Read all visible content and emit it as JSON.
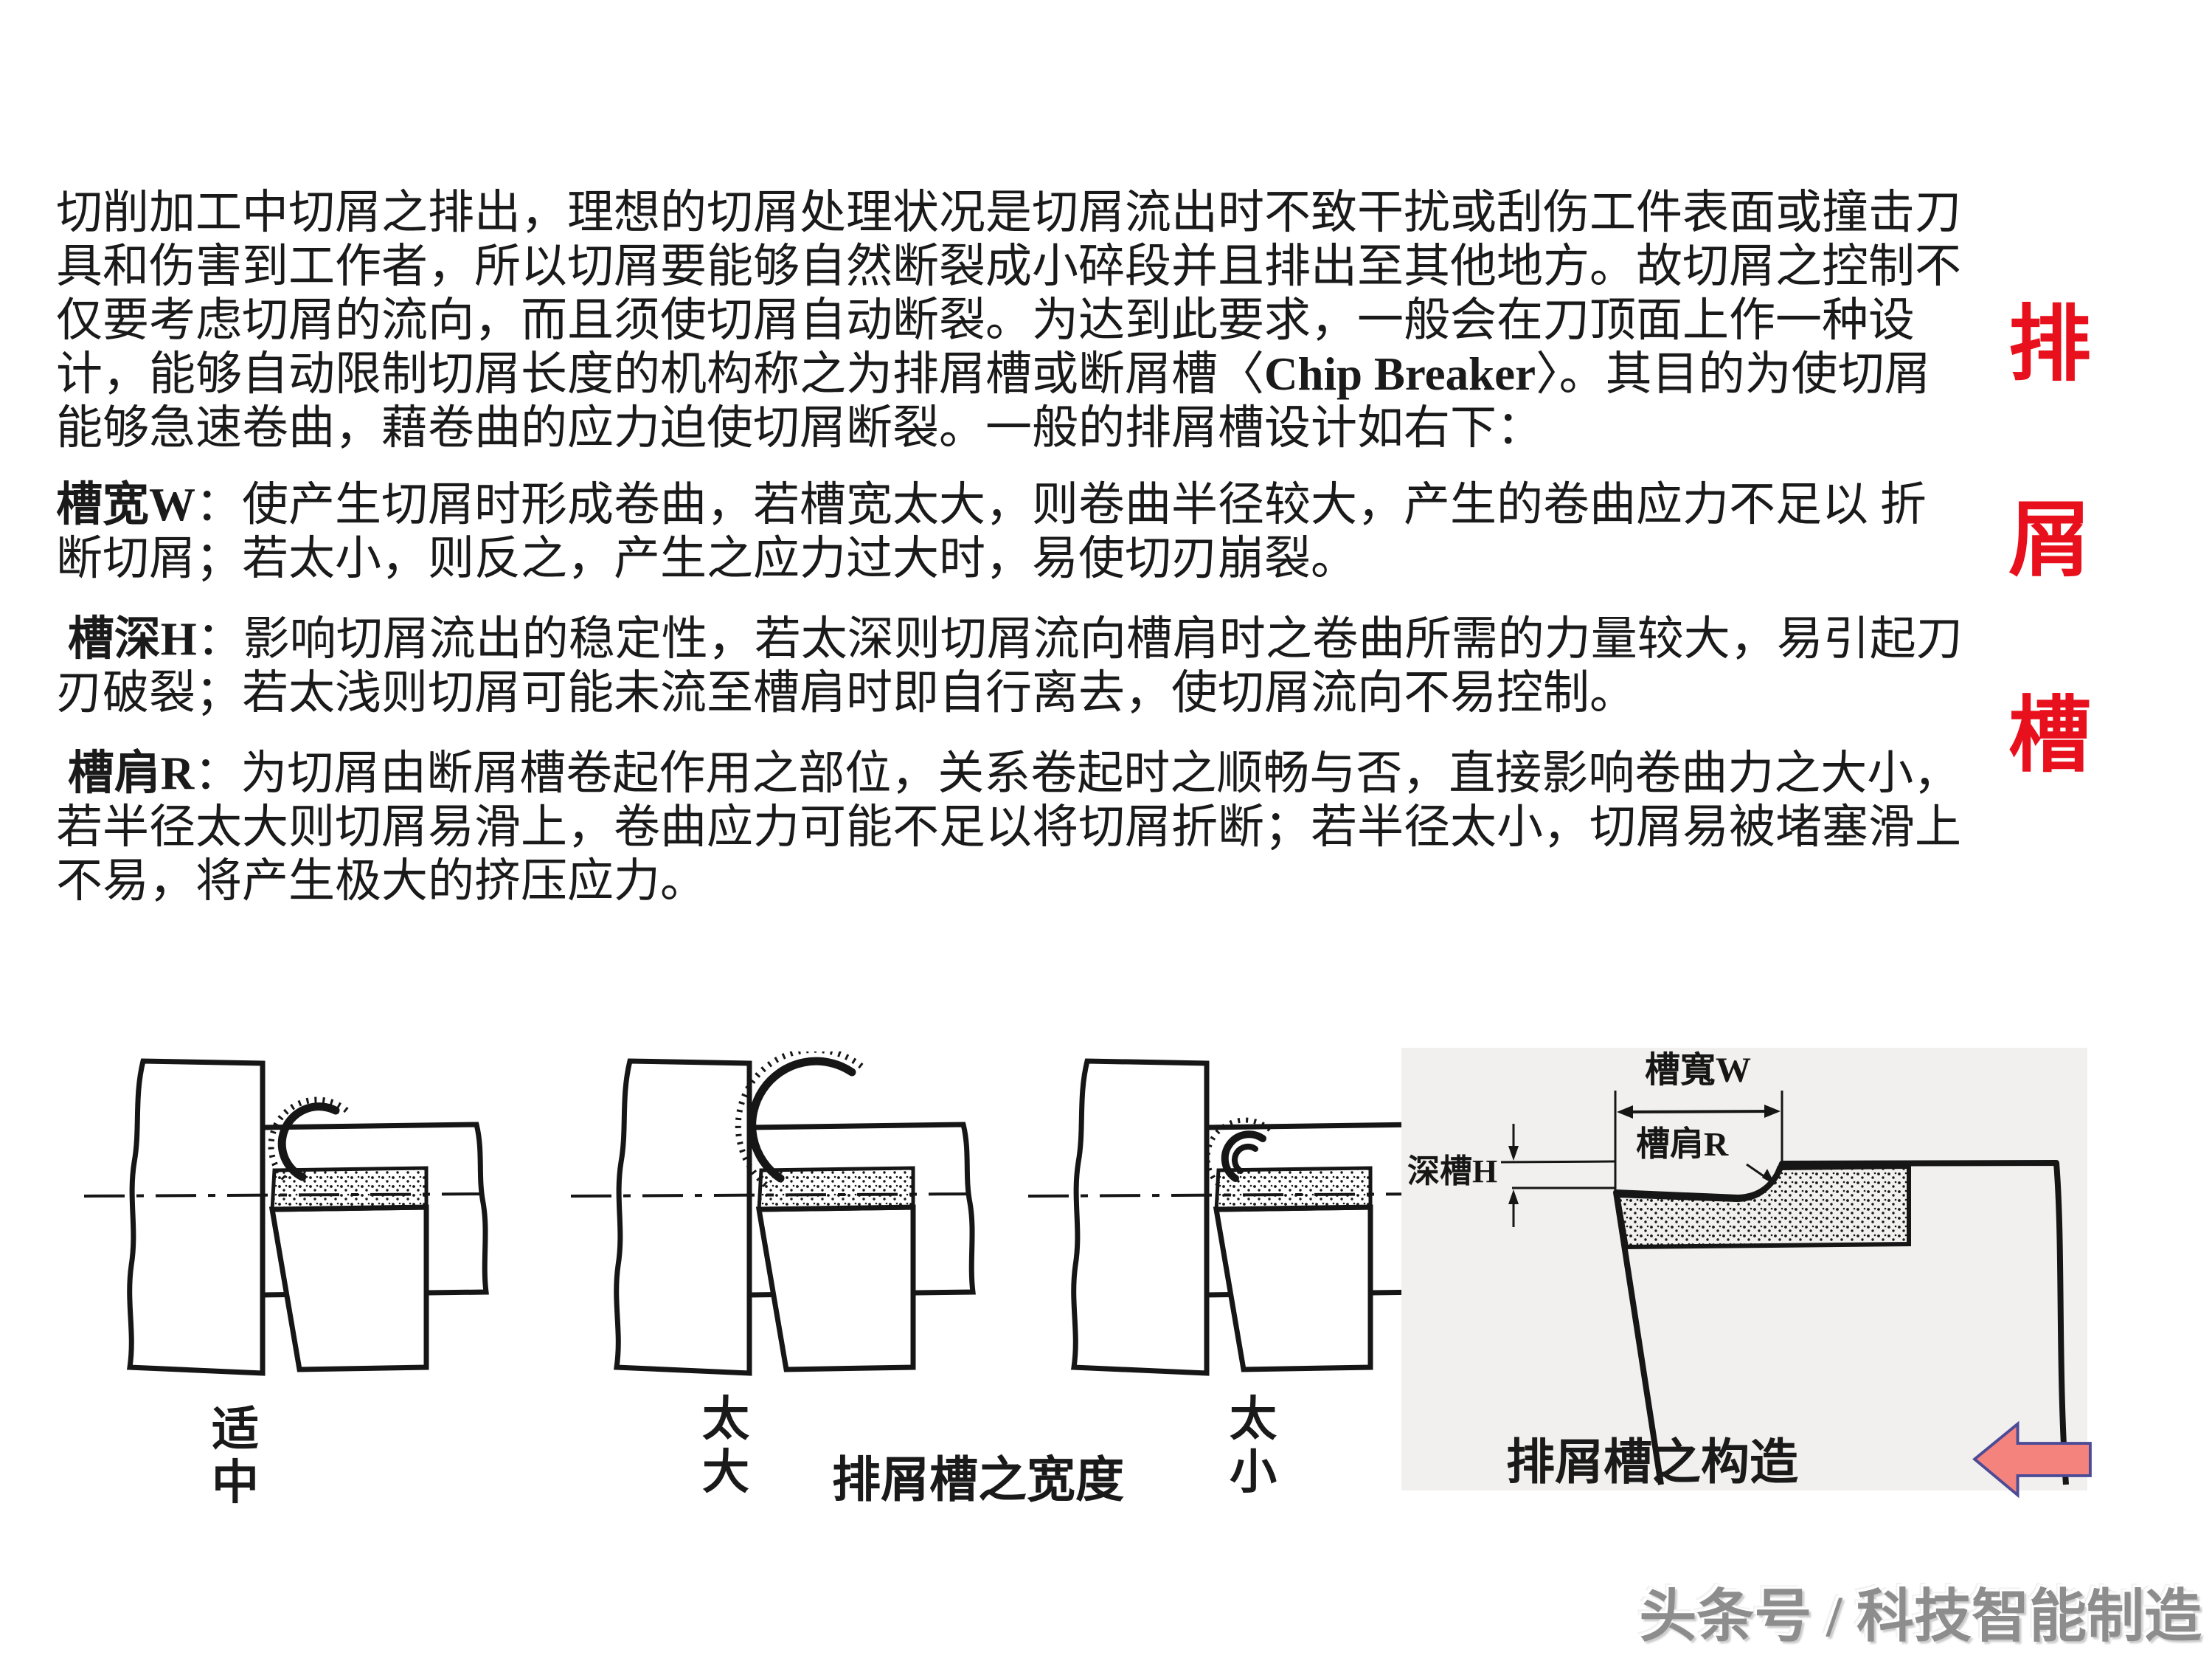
{
  "side_title": {
    "text": "排屑槽",
    "color": "#e8101c"
  },
  "intro": {
    "line1": "切削加工中切屑之排出，理想的切屑处理状况是切屑流出时不致干扰或刮伤工件表面或撞击刀",
    "line2": "具和伤害到工作者，所以切屑要能够自然断裂成小碎段并且排出至其他地方。故切屑之控制不",
    "line3": "仅要考虑切屑的流向，而且须使切屑自动断裂。为达到此要求，一般会在刀顶面上作一种设",
    "line4_pre": "计，能够自动限制切屑长度的机构称之为排屑槽或断屑槽〈",
    "line4_bold": "Chip Breaker",
    "line4_post": "〉。其目的为使切屑",
    "line5": "能够急速卷曲，藉卷曲的应力迫使切屑断裂。一般的排屑槽设计如右下："
  },
  "paragraphs": [
    {
      "label": "槽宽W",
      "line1": "：使产生切屑时形成卷曲，若槽宽太大，则卷曲半径较大，产生的卷曲应力不足以 折",
      "line2": "断切屑；若太小，则反之，产生之应力过大时，易使切刃崩裂。"
    },
    {
      "label": " 槽深H",
      "line1": "：影响切屑流出的稳定性，若太深则切屑流向槽肩时之卷曲所需的力量较大，易引起刀",
      "line2": "刃破裂；若太浅则切屑可能未流至槽肩时即自行离去，使切屑流向不易控制。"
    },
    {
      "label": " 槽肩R",
      "line1": "：为切屑由断屑槽卷起作用之部位，关系卷起时之顺畅与否，直接影响卷曲力之大小，",
      "line2": "若半径太大则切屑易滑上，卷曲应力可能不足以将切屑折断；若半径太小，切屑易被堵塞滑上",
      "line3": "不易，将产生极大的挤压应力。"
    }
  ],
  "figure": {
    "captions": {
      "d1": "适中",
      "d2": "太大",
      "width_title": "排屑槽之宽度",
      "d3": "太小",
      "construction_title": "排屑槽之构造"
    },
    "dims": {
      "width": "槽寬W",
      "shoulder": "槽肩R",
      "depth": "深槽H"
    },
    "arrow_color": "#f4837d",
    "arrow_outline": "#4b4b96"
  },
  "watermark": {
    "text": "头条号 / 科技智能制造"
  }
}
